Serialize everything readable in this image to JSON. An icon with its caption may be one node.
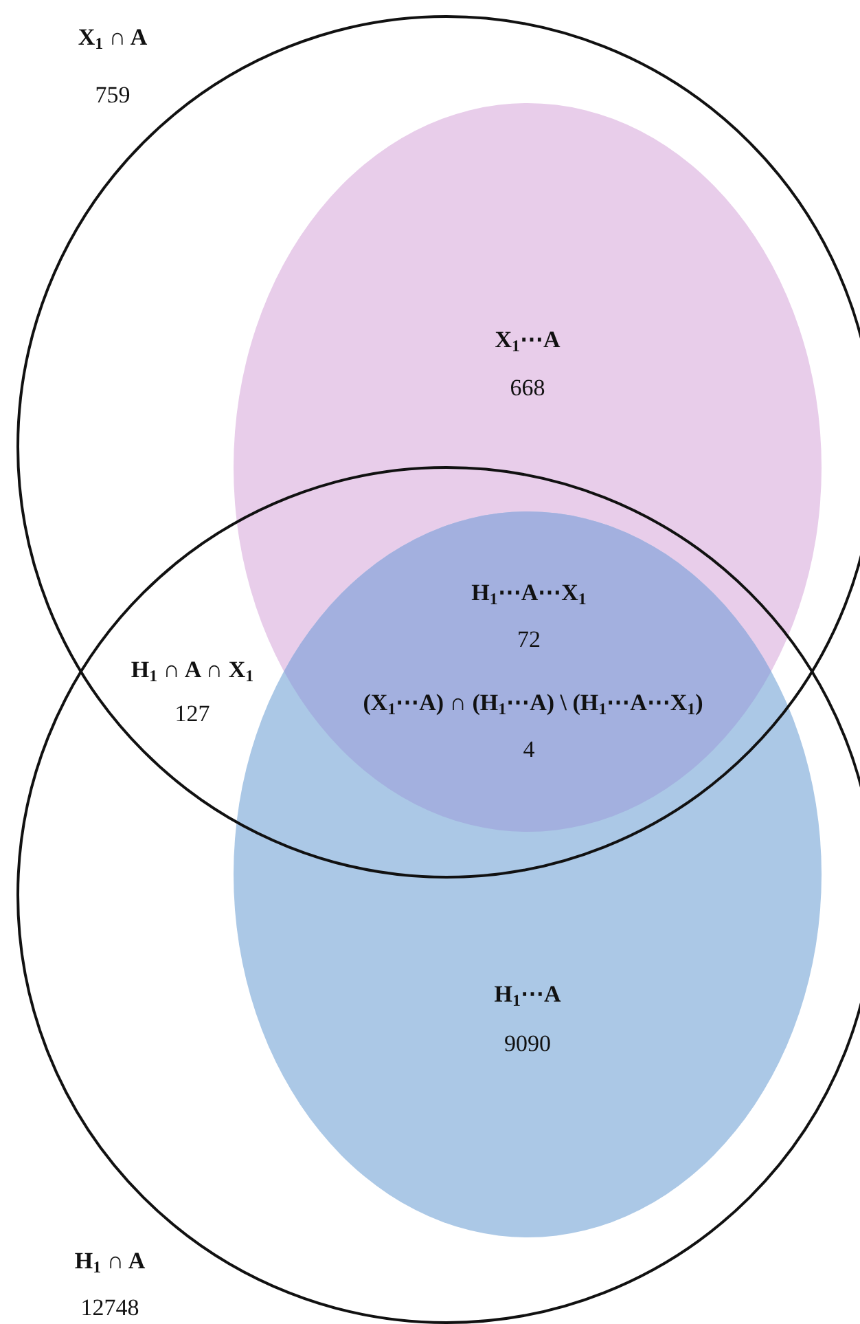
{
  "diagram": {
    "nodes": [
      {
        "text": [
          "X$_{1}$ ∩ A",
          "759"
        ]
      },
      {
        "text": [
          "X$_{1}$⋯A",
          "668"
        ],
        "in": 0
      },
      {
        "text": [
          "H$_{1}$ ∩ A",
          "12748"
        ]
      },
      {
        "text": [
          "H$_{1}$⋯A",
          "9090"
        ],
        "in": 2
      }
    ],
    "labels": [
      "H$_{1}$⋯A⋯X$_{1}$",
      "72",
      "H$_{1}$ ∩ A ∩ X$_{1}$",
      "(X$_{1}$⋯A) ∩ (H$_{1}$⋯A) \\ (H$_{1}$⋯A⋯X$_{1}$)",
      "127",
      "4"
    ]
  }
}
